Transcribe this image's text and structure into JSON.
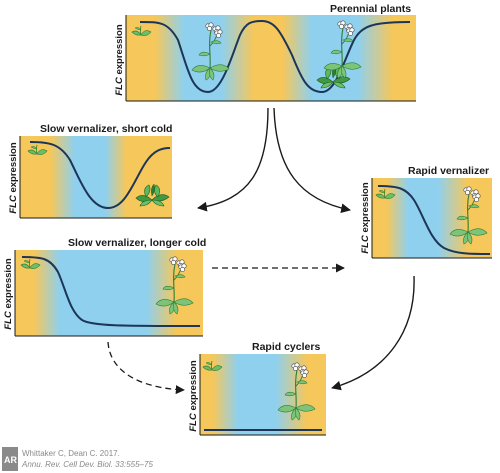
{
  "panels": {
    "perennial": {
      "title": "Perennial plants",
      "ylabel_italic": "FLC",
      "ylabel_rest": " expression"
    },
    "slow_short": {
      "title": "Slow vernalizer, short cold",
      "ylabel_italic": "FLC",
      "ylabel_rest": " expression"
    },
    "rapid_vern": {
      "title": "Rapid vernalizer",
      "ylabel_italic": "FLC",
      "ylabel_rest": " expression"
    },
    "slow_long": {
      "title": "Slow vernalizer, longer cold",
      "ylabel_italic": "FLC",
      "ylabel_rest": " expression"
    },
    "rapid_cyclers": {
      "title": "Rapid cyclers",
      "ylabel_italic": "FLC",
      "ylabel_rest": " expression"
    }
  },
  "colors": {
    "warm": "#f6c75a",
    "cold": "#8fd0ee",
    "curve": "#1d3557",
    "leaf": "#7cc47a",
    "leaf_dark": "#2e7d32",
    "arrow": "#1a1a1a"
  },
  "credit": {
    "logo": "AR",
    "line1": "Whittaker C, Dean C. 2017.",
    "line2": "Annu. Rev. Cell Dev. Biol. 33:555–75"
  }
}
